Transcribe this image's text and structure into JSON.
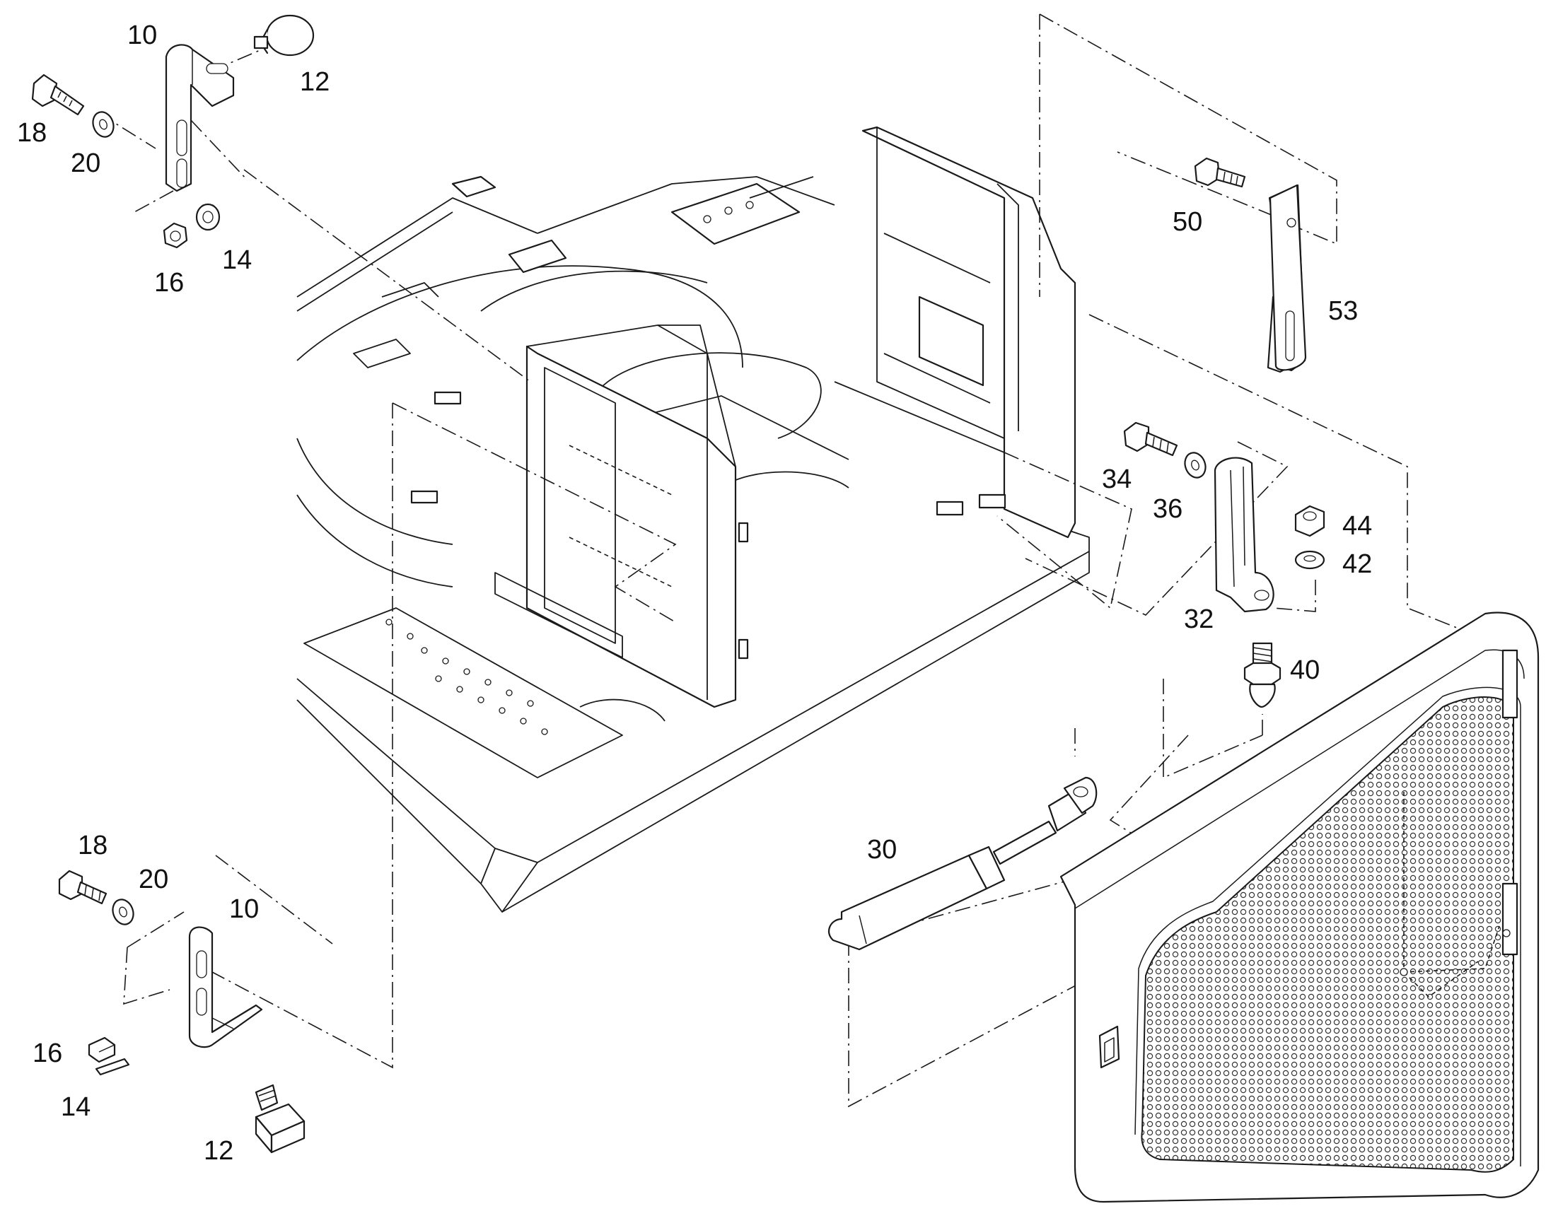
{
  "callouts": {
    "c10_top": "10",
    "c12_top": "12",
    "c18_top": "18",
    "c20_top": "20",
    "c14_top": "14",
    "c16_top": "16",
    "c50": "50",
    "c53": "53",
    "c34": "34",
    "c36": "36",
    "c44": "44",
    "c42": "42",
    "c32": "32",
    "c40": "40",
    "c30": "30",
    "c18_bottom": "18",
    "c20_bottom": "20",
    "c10_bottom": "10",
    "c16_bottom": "16",
    "c14_bottom": "14",
    "c12_bottom": "12"
  }
}
